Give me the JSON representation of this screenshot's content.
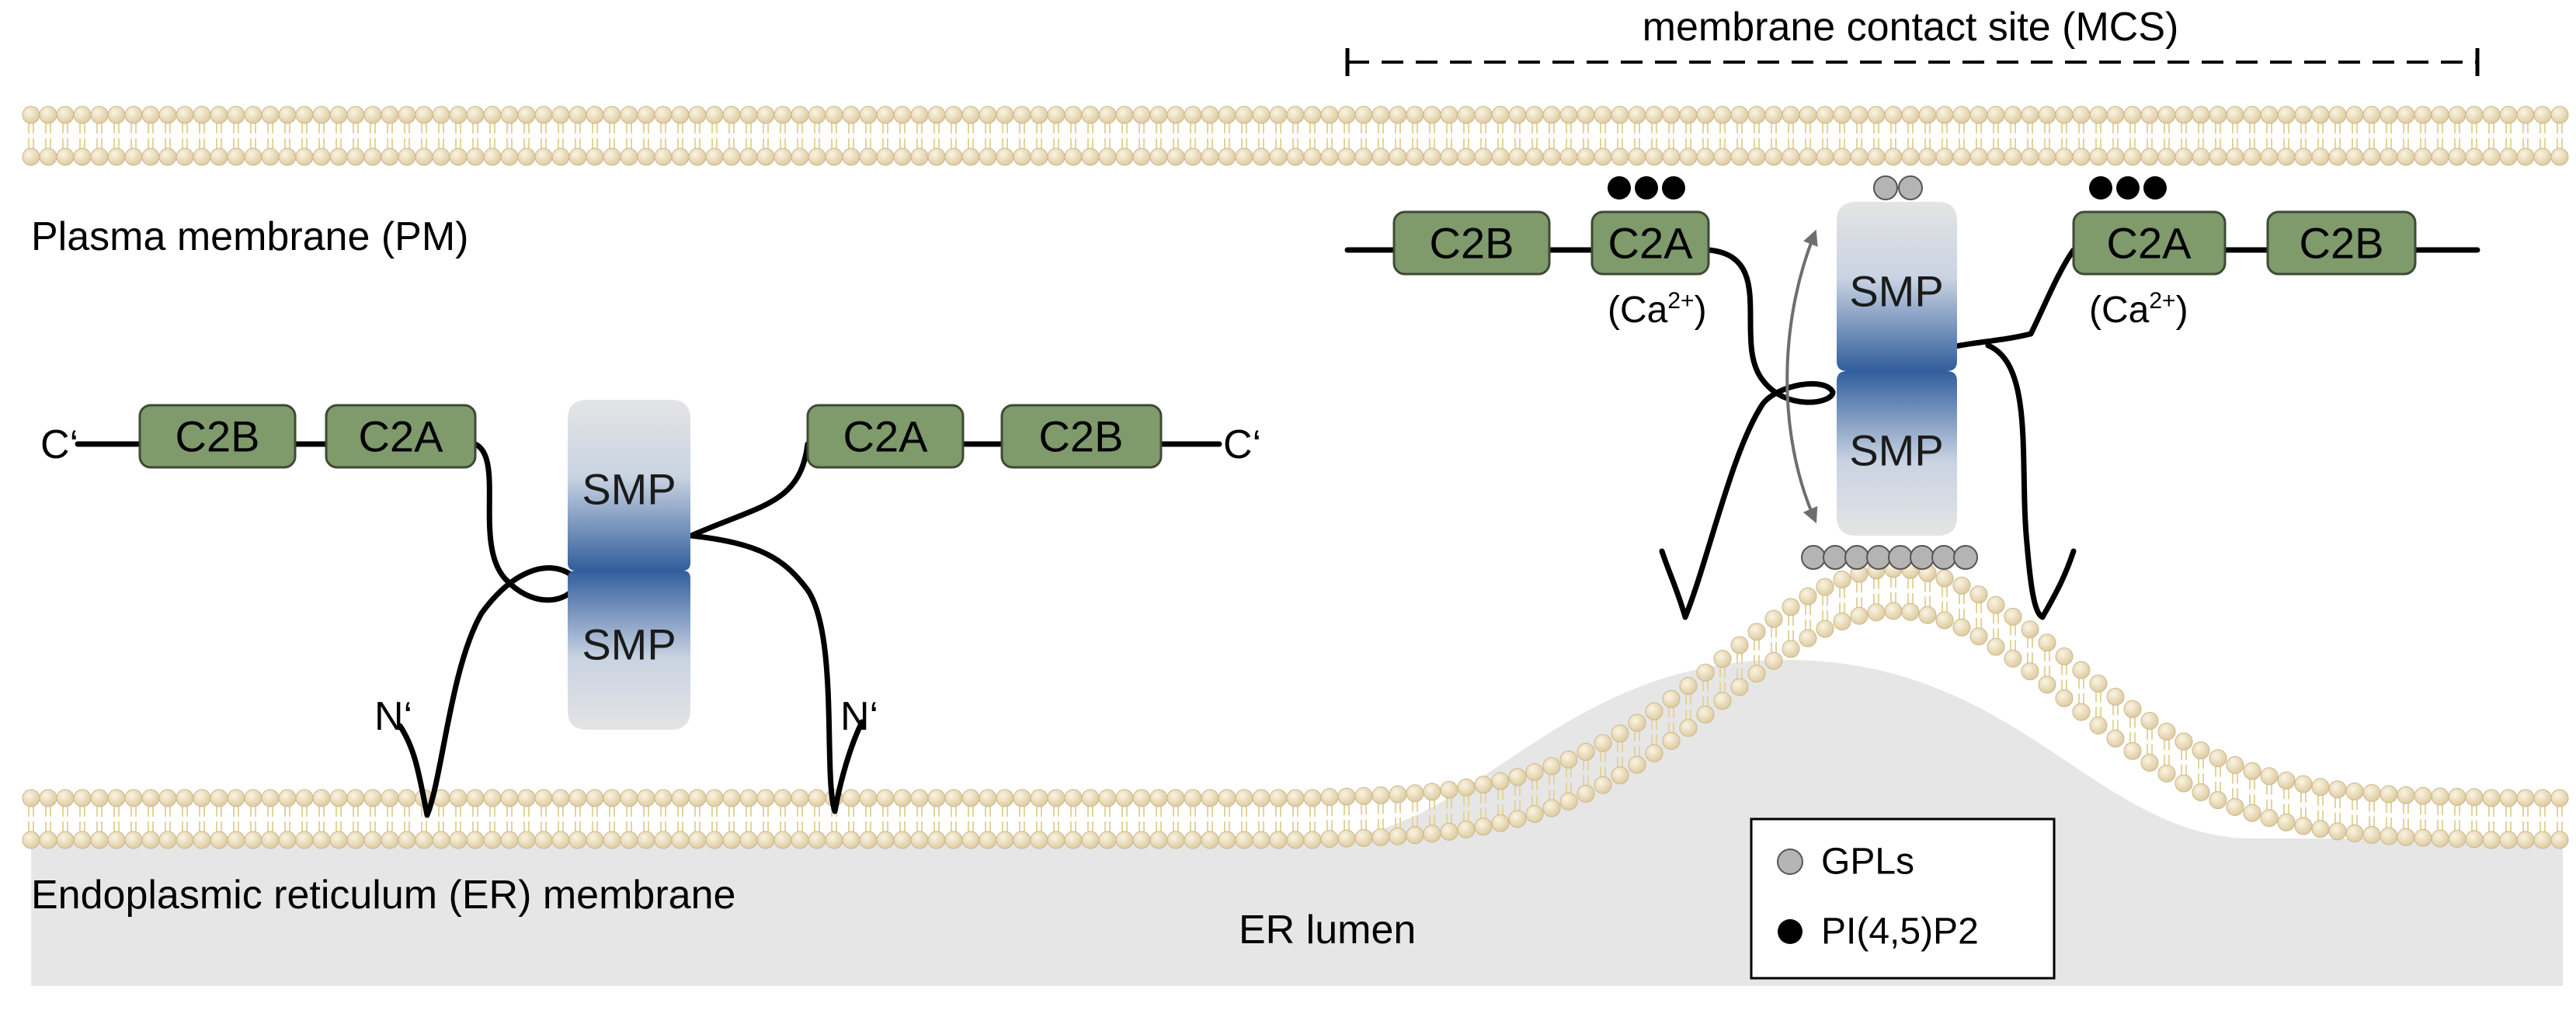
{
  "labels": {
    "mcs": "membrane contact site (MCS)",
    "pm": "Plasma membrane (PM)",
    "er_membrane": "Endoplasmic reticulum (ER) membrane",
    "er_lumen": "ER lumen",
    "c_terminus": "C‘",
    "n_terminus": "N‘",
    "calcium": "(Ca",
    "calcium_sup": "2+",
    "calcium_close": ")"
  },
  "domains": {
    "c2a": "C2A",
    "c2b": "C2B",
    "smp": "SMP"
  },
  "legend": {
    "items": [
      {
        "label": "GPLs",
        "color": "#b4b4b4"
      },
      {
        "label": "PI(4,5)P2",
        "color": "#000000"
      }
    ]
  },
  "colors": {
    "lipid_head": "#eee2c6",
    "lipid_tail": "#e7d8a4",
    "domain_fill": "#7f9a6b",
    "smp_blue": "#3f6aa6",
    "smp_gray": "#dcdcdc",
    "lumen": "#e6e6e6"
  }
}
